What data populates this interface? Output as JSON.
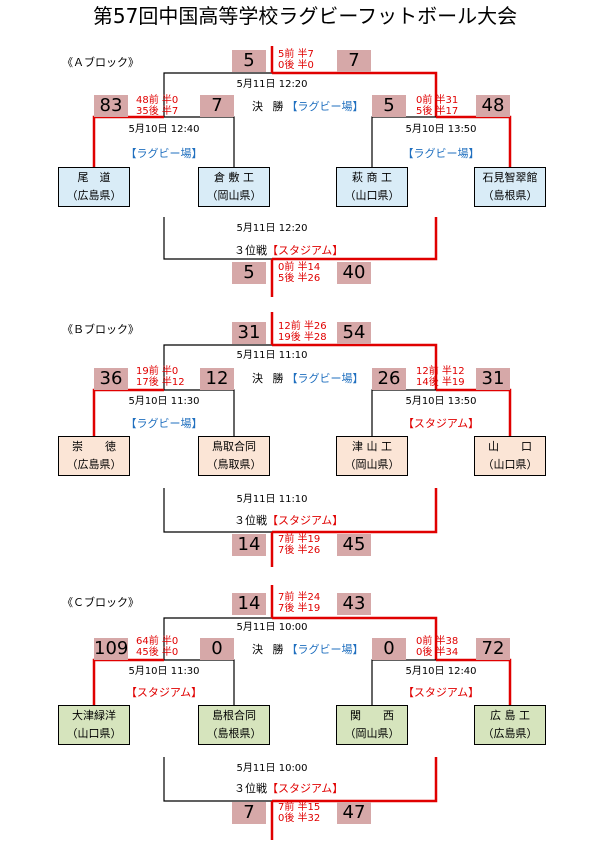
{
  "title": "第57回中国高等学校ラグビーフットボール大会",
  "blocks": [
    {
      "label": "《Ａブロック》",
      "final": {
        "left": "5",
        "right": "7",
        "halves": [
          "5前 半7",
          "0後 半0"
        ],
        "date": "5月11日 12:20",
        "round": "決 勝",
        "venue": "【ラグビー場】"
      },
      "semi_left": {
        "left": "83",
        "right": "7",
        "halves": [
          "48前 半0",
          "35後 半7"
        ],
        "date": "5月10日 12:40",
        "venue": "【ラグビー場】"
      },
      "semi_right": {
        "left": "5",
        "right": "48",
        "halves": [
          "0前 半31",
          "5後 半17"
        ],
        "date": "5月10日 13:50",
        "venue": "【ラグビー場】"
      },
      "teams": [
        {
          "name": "尾　道",
          "pref": "（広島県）"
        },
        {
          "name": "倉 敷 工",
          "pref": "（岡山県）"
        },
        {
          "name": "萩 商 工",
          "pref": "（山口県）"
        },
        {
          "name": "石見智翠館",
          "pref": "（島根県）"
        }
      ],
      "third": {
        "date": "5月11日 12:20",
        "round": "３位戦",
        "venue": "【スタジアム】",
        "left": "5",
        "right": "40",
        "halves": [
          "0前 半14",
          "5後 半26"
        ]
      }
    },
    {
      "label": "《Ｂブロック》",
      "final": {
        "left": "31",
        "right": "54",
        "halves": [
          "12前 半26",
          "19後 半28"
        ],
        "date": "5月11日 11:10",
        "round": "決 勝",
        "venue": "【ラグビー場】"
      },
      "semi_left": {
        "left": "36",
        "right": "12",
        "halves": [
          "19前 半0",
          "17後 半12"
        ],
        "date": "5月10日 11:30",
        "venue": "【ラグビー場】"
      },
      "semi_right": {
        "left": "26",
        "right": "31",
        "halves": [
          "12前 半12",
          "14後 半19"
        ],
        "date": "5月10日 13:50",
        "venue": "【スタジアム】"
      },
      "teams": [
        {
          "name": "崇　　徳",
          "pref": "（広島県）"
        },
        {
          "name": "鳥取合同",
          "pref": "（鳥取県）"
        },
        {
          "name": "津 山 工",
          "pref": "（岡山県）"
        },
        {
          "name": "山　　口",
          "pref": "（山口県）"
        }
      ],
      "third": {
        "date": "5月11日 11:10",
        "round": "３位戦",
        "venue": "【スタジアム】",
        "left": "14",
        "right": "45",
        "halves": [
          "7前 半19",
          "7後 半26"
        ]
      }
    },
    {
      "label": "《Ｃブロック》",
      "final": {
        "left": "14",
        "right": "43",
        "halves": [
          "7前 半24",
          "7後 半19"
        ],
        "date": "5月11日 10:00",
        "round": "決 勝",
        "venue": "【ラグビー場】"
      },
      "semi_left": {
        "left": "109",
        "right": "0",
        "halves": [
          "64前 半0",
          "45後 半0"
        ],
        "date": "5月10日 11:30",
        "venue": "【スタジアム】"
      },
      "semi_right": {
        "left": "0",
        "right": "72",
        "halves": [
          "0前 半38",
          "0後 半34"
        ],
        "date": "5月10日 12:40",
        "venue": "【スタジアム】"
      },
      "teams": [
        {
          "name": "大津緑洋",
          "pref": "（山口県）"
        },
        {
          "name": "島根合同",
          "pref": "（島根県）"
        },
        {
          "name": "関　　西",
          "pref": "（岡山県）"
        },
        {
          "name": "広 島 工",
          "pref": "（広島県）"
        }
      ],
      "third": {
        "date": "5月11日 10:00",
        "round": "３位戦",
        "venue": "【スタジアム】",
        "left": "7",
        "right": "47",
        "halves": [
          "7前 半15",
          "0後 半32"
        ]
      }
    }
  ]
}
